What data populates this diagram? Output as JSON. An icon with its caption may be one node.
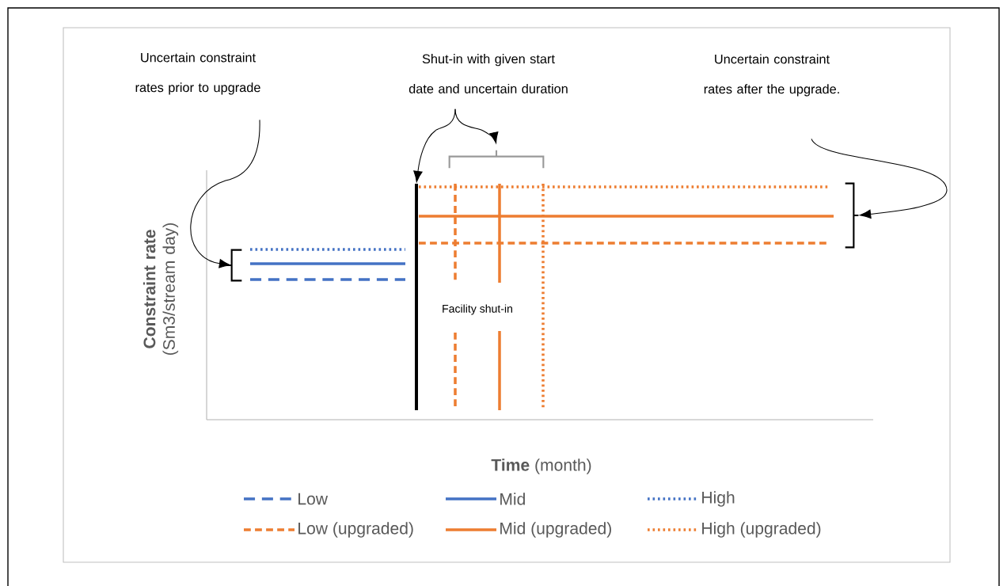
{
  "diagram": {
    "nodes": [
      {
        "text": [
          "Uncertain constraint rates prior to upgrade"
        ]
      },
      {
        "text": [
          "Shut-in with given start date and uncertain duration"
        ]
      },
      {
        "text": [
          "Uncertain constraint rates after the upgrade."
        ]
      },
      {
        "text": [],
        "shape": "bracket"
      },
      {
        "text": [],
        "shape": "bracket"
      },
      {
        "text": [],
        "shape": "line"
      },
      {
        "text": [],
        "shape": "bracket"
      }
    ],
    "edges": [
      {
        "from": 0,
        "to": 3,
        "arrow": "to"
      },
      {
        "from": 1,
        "to": 5,
        "arrow": "to"
      },
      {
        "from": 1,
        "to": 6,
        "arrow": "to"
      },
      {
        "from": 2,
        "to": 4,
        "arrow": "to"
      }
    ],
    "labels": [
      "Facility shut-in",
      "**Constraint rate** (Sm3/stream day)",
      "**Time** (month)"
    ],
    "legend": [
      {
        "text": "Low"
      },
      {
        "text": "Mid"
      },
      {
        "text": "High"
      },
      {
        "text": "Low (upgraded)"
      },
      {
        "text": "Mid (upgraded)"
      },
      {
        "text": "High (upgraded)"
      }
    ]
  }
}
